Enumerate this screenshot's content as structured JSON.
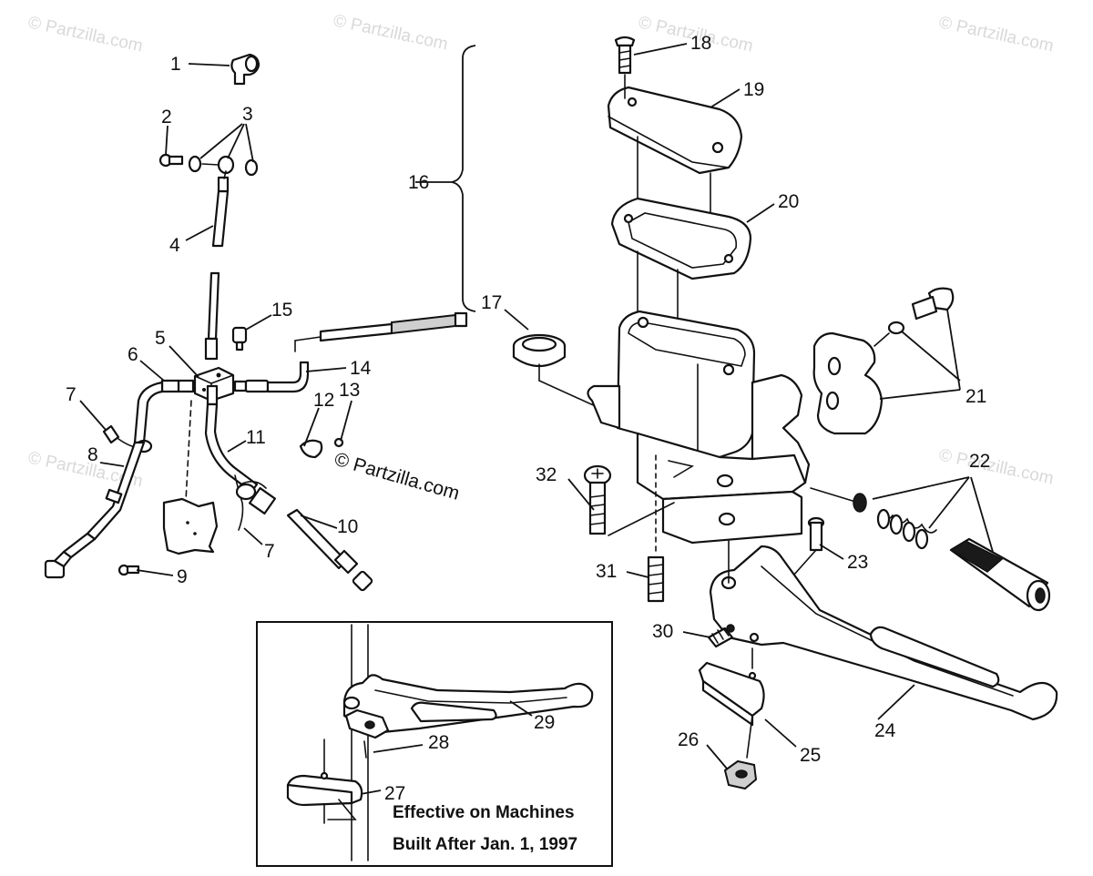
{
  "watermark": "© Partzilla.com",
  "copyright": "© Partzilla.com",
  "inset_note": {
    "line1": "Effective on Machines",
    "line2": "Built After Jan. 1, 1997"
  },
  "callouts": {
    "c1": "1",
    "c2": "2",
    "c3": "3",
    "c4": "4",
    "c5": "5",
    "c6": "6",
    "c7a": "7",
    "c7b": "7",
    "c8": "8",
    "c9": "9",
    "c10": "10",
    "c11": "11",
    "c12": "12",
    "c13": "13",
    "c14": "14",
    "c15": "15",
    "c16": "16",
    "c17": "17",
    "c18": "18",
    "c19": "19",
    "c20": "20",
    "c21": "21",
    "c22": "22",
    "c23": "23",
    "c24": "24",
    "c25": "25",
    "c26": "26",
    "c27": "27",
    "c28": "28",
    "c29": "29",
    "c30": "30",
    "c31": "31",
    "c32": "32"
  }
}
